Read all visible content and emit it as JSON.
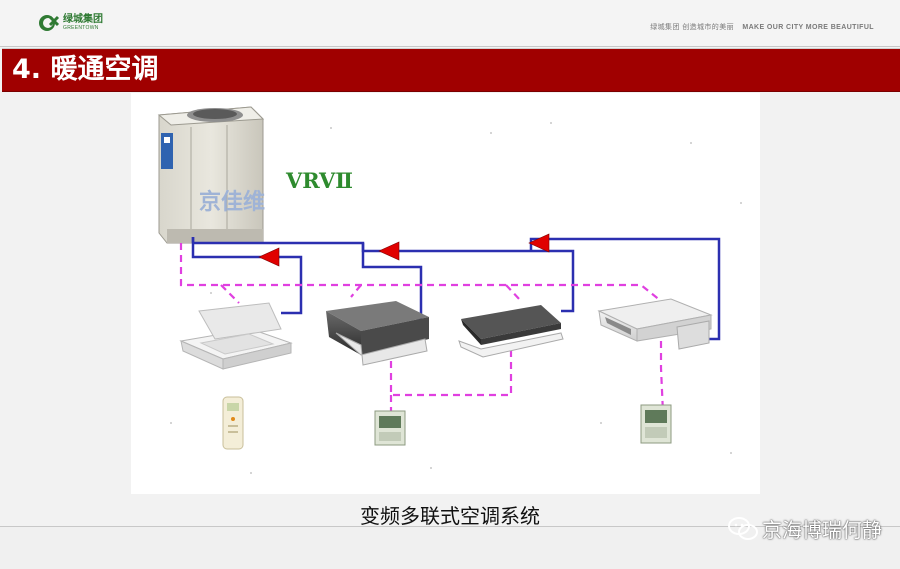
{
  "header": {
    "logo_cn": "绿城集团",
    "logo_en": "GREENTOWN",
    "slogan_cn": "绿城集团 创造城市的美丽",
    "slogan_en": "MAKE OUR CITY MORE BEAUTIFUL"
  },
  "title": "4.  暖通空调",
  "diagram": {
    "product_label": "VRVⅡ",
    "brand_watermark": "京佳维"
  },
  "caption": "变频多联式空调系统",
  "watermark": "京海博瑞何静",
  "colors": {
    "title_bar": "#a00000",
    "refrigerant_pipe": "#2b2fb0",
    "control_wiring": "#e040e0",
    "flow_arrow": "#e00000",
    "logo_green": "#2f7a33"
  }
}
